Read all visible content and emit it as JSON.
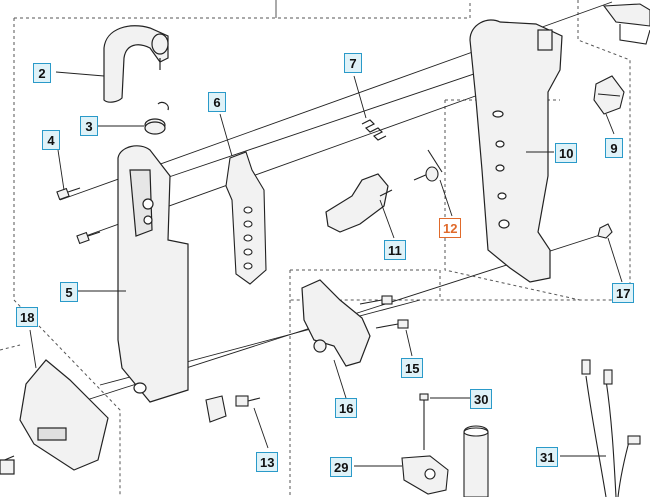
{
  "diagram": {
    "type": "exploded-parts-diagram",
    "callouts": [
      {
        "id": "2",
        "label": "2"
      },
      {
        "id": "3",
        "label": "3"
      },
      {
        "id": "4",
        "label": "4"
      },
      {
        "id": "5",
        "label": "5"
      },
      {
        "id": "6",
        "label": "6"
      },
      {
        "id": "7",
        "label": "7"
      },
      {
        "id": "9",
        "label": "9"
      },
      {
        "id": "10",
        "label": "10"
      },
      {
        "id": "11",
        "label": "11"
      },
      {
        "id": "12",
        "label": "12",
        "highlighted": true
      },
      {
        "id": "13",
        "label": "13"
      },
      {
        "id": "15",
        "label": "15"
      },
      {
        "id": "16",
        "label": "16"
      },
      {
        "id": "17",
        "label": "17"
      },
      {
        "id": "18",
        "label": "18"
      },
      {
        "id": "29",
        "label": "29"
      },
      {
        "id": "30",
        "label": "30"
      },
      {
        "id": "31",
        "label": "31"
      }
    ],
    "colors": {
      "callout_border": "#2a9ac9",
      "callout_fill": "#dff2f8",
      "highlight": "#e06a2b",
      "line": "#222222",
      "part_fill": "#f2f2f2"
    }
  }
}
